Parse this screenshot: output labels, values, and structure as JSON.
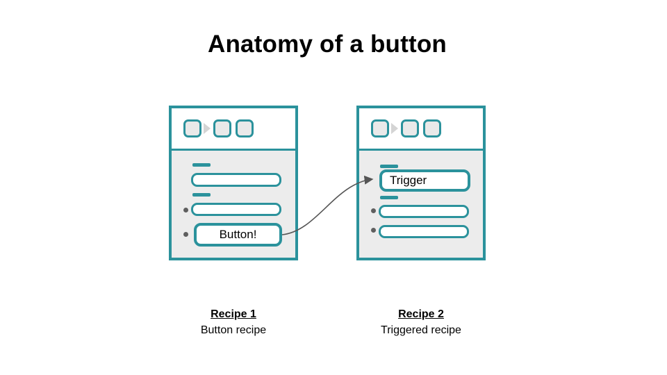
{
  "slide": {
    "title": "Anatomy of a button"
  },
  "colors": {
    "accent_teal": "#2b929c",
    "panel_gray": "#ececec",
    "square_gray": "#e9e9e9",
    "chevron_gray": "#d4d4d4",
    "bullet_gray": "#5f5f5f",
    "arrow_gray": "#555555",
    "text_black": "#000000"
  },
  "icons": {
    "chevron_right_icon": "css-triangle-right",
    "app_square_icon": "rounded-square-outline",
    "bullet_icon": "small-gray-dot"
  },
  "cards": [
    {
      "button_label": "Button!",
      "caption_title": "Recipe 1",
      "caption_subtitle": "Button recipe"
    },
    {
      "button_label": "Trigger",
      "caption_title": "Recipe 2",
      "caption_subtitle": "Triggered recipe"
    }
  ]
}
